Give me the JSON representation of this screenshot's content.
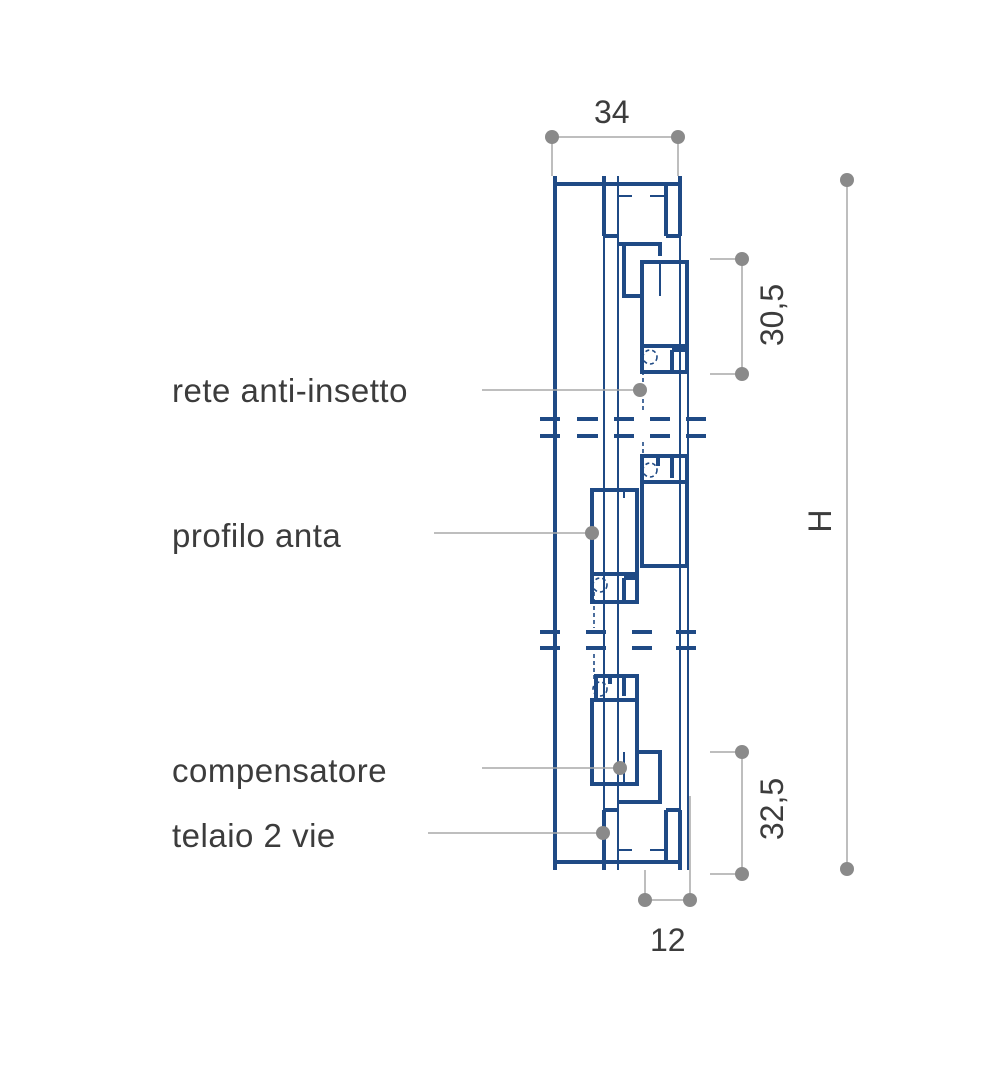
{
  "labels": {
    "rete": "rete anti-insetto",
    "profilo": "profilo anta",
    "compensatore": "compensatore",
    "telaio": "telaio 2 vie"
  },
  "dimensions": {
    "top_width": "34",
    "upper_height": "30,5",
    "lower_height": "32,5",
    "bottom_width": "12",
    "total_height": "H"
  },
  "colors": {
    "profile": "#1f4a85",
    "leader": "#a9a9a9",
    "dot": "#8a8a8a",
    "text": "#3c3c3c"
  }
}
